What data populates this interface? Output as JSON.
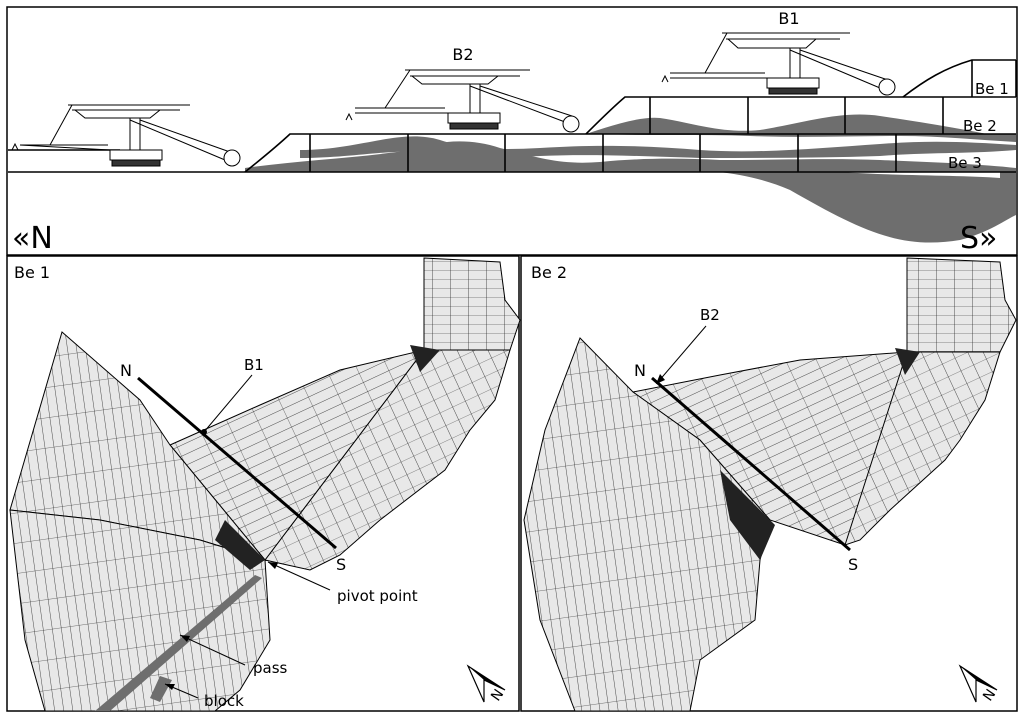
{
  "profile": {
    "excavators": [
      {
        "label": "B1"
      },
      {
        "label": "B2"
      }
    ],
    "benches": [
      {
        "label": "Be 1"
      },
      {
        "label": "Be 2"
      },
      {
        "label": "Be 3"
      }
    ],
    "direction_left": "«N",
    "direction_right": "S»"
  },
  "panels": [
    {
      "bench_label": "Be 1",
      "excavator_label": "B1",
      "line_start": "N",
      "line_end": "S",
      "annotations": {
        "pivot": "pivot point",
        "pass": "pass",
        "block": "block"
      },
      "north_label": "N"
    },
    {
      "bench_label": "Be 2",
      "excavator_label": "B2",
      "line_start": "N",
      "line_end": "S",
      "north_label": "N"
    }
  ],
  "colors": {
    "fill_dark": "#6e6e6e",
    "mesh_fill": "#e8e8e8",
    "line": "#000000"
  }
}
